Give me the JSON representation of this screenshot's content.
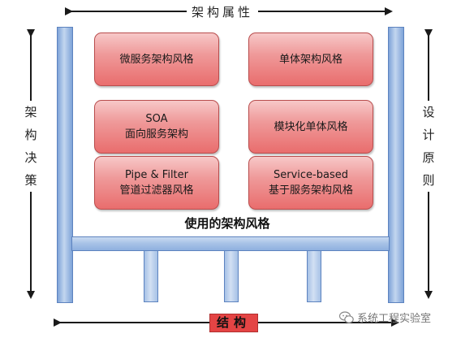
{
  "top_axis": {
    "label": "架构属性"
  },
  "left_axis": {
    "chars": [
      "架",
      "构",
      "决",
      "策"
    ]
  },
  "right_axis": {
    "chars": [
      "设",
      "计",
      "原",
      "则"
    ]
  },
  "bottom_axis": {
    "label": "结构"
  },
  "boxes": [
    {
      "line1": "微服务架构风格",
      "line2": ""
    },
    {
      "line1": "单体架构风格",
      "line2": ""
    },
    {
      "line1": "SOA",
      "line2": "面向服务架构"
    },
    {
      "line1": "模块化单体风格",
      "line2": ""
    },
    {
      "line1": "Pipe & Filter",
      "line2": "管道过滤器风格"
    },
    {
      "line1": "Service-based",
      "line2": "基于服务架构风格"
    }
  ],
  "caption": "使用的架构风格",
  "watermark": {
    "text": "系统工程实验室"
  },
  "colors": {
    "box_fill": "#ef9a9a",
    "pillar_fill": "#a6c1e6",
    "structure_label": "#e44444"
  }
}
